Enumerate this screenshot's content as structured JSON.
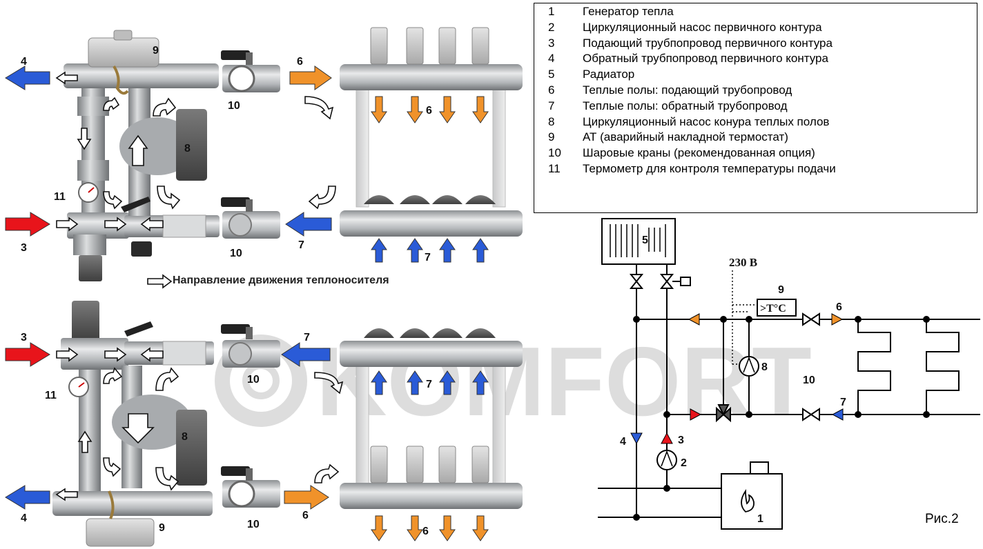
{
  "legend": [
    {
      "num": "1",
      "text": "Генератор тепла"
    },
    {
      "num": "2",
      "text": "Циркуляционный насос первичного контура"
    },
    {
      "num": "3",
      "text": "Подающий трубпопровод первичного контура"
    },
    {
      "num": "4",
      "text": "Обратный трубпопровод первичного контура"
    },
    {
      "num": "5",
      "text": "Радиатор"
    },
    {
      "num": "6",
      "text": "Теплые полы: подающий трубопровод"
    },
    {
      "num": "7",
      "text": "Теплые полы: обратный трубопровод"
    },
    {
      "num": "8",
      "text": "Циркуляционный насос конура теплых полов"
    },
    {
      "num": "9",
      "text": "АТ (аварийный накладной термостат)"
    },
    {
      "num": "10",
      "text": "Шаровые краны (рекомендованная опция)"
    },
    {
      "num": "11",
      "text": "Термометр для контроля температуры подачи"
    }
  ],
  "direction_caption": "Направление движения теплоносителя",
  "watermark": "KOMFORT",
  "figure_label": "Рис.2",
  "schematic": {
    "voltage": "230 В",
    "thermostat": ">T°C"
  },
  "labels": {
    "n1": "1",
    "n2": "2",
    "n3": "3",
    "n4": "4",
    "n5": "5",
    "n6": "6",
    "n7": "7",
    "n8": "8",
    "n9": "9",
    "n10": "10",
    "n11": "11"
  },
  "colors": {
    "supply_hot": "#e8141b",
    "return": "#2a5bd7",
    "floor_supply": "#f0922a",
    "pipe_metal": "#b9bcbf",
    "pump_body": "#2b2b2b"
  }
}
